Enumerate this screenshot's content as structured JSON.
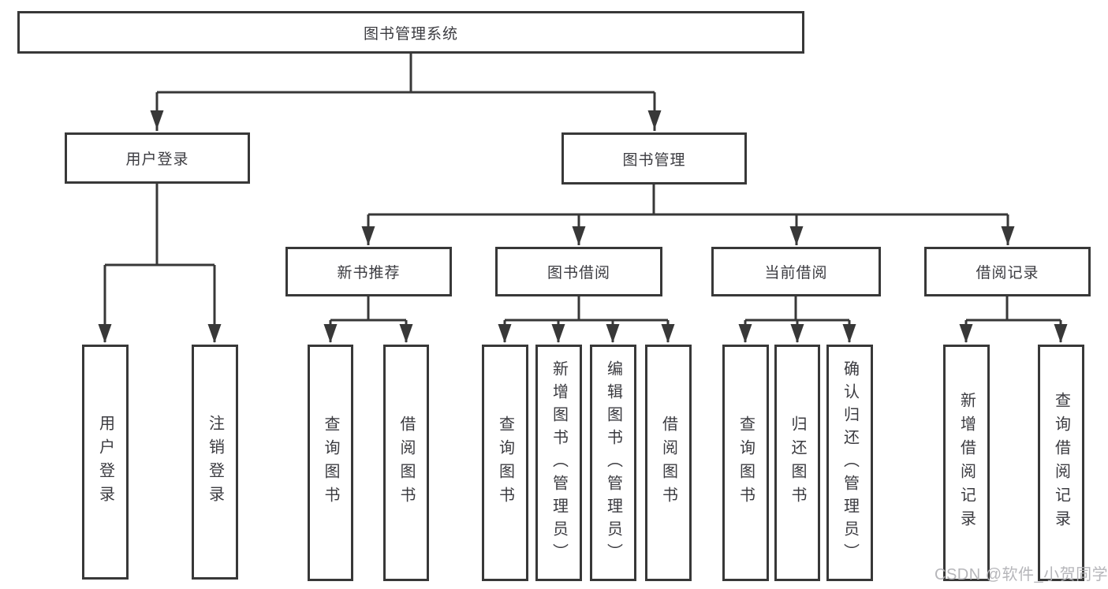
{
  "tree": {
    "label": "图书管理系统",
    "children": [
      {
        "label": "用户登录",
        "children": [
          {
            "label": "用户登录"
          },
          {
            "label": "注销登录"
          }
        ]
      },
      {
        "label": "图书管理",
        "children": [
          {
            "label": "新书推荐",
            "children": [
              {
                "label": "查询图书"
              },
              {
                "label": "借阅图书"
              }
            ]
          },
          {
            "label": "图书借阅",
            "children": [
              {
                "label": "查询图书"
              },
              {
                "label": "新增图书（管理员）"
              },
              {
                "label": "编辑图书（管理员）"
              },
              {
                "label": "借阅图书"
              }
            ]
          },
          {
            "label": "当前借阅",
            "children": [
              {
                "label": "查询图书"
              },
              {
                "label": "归还图书"
              },
              {
                "label": "确认归还（管理员）"
              }
            ]
          },
          {
            "label": "借阅记录",
            "children": [
              {
                "label": "新增借阅记录"
              },
              {
                "label": "查询借阅记录"
              }
            ]
          }
        ]
      }
    ]
  },
  "watermark": {
    "text": "CSDN @软件_小贺同学"
  },
  "colors": {
    "line": "#383838",
    "box_border": "#383838",
    "text": "#3b3b40",
    "watermark": "#b2b2b6",
    "background": "#ffffff"
  }
}
